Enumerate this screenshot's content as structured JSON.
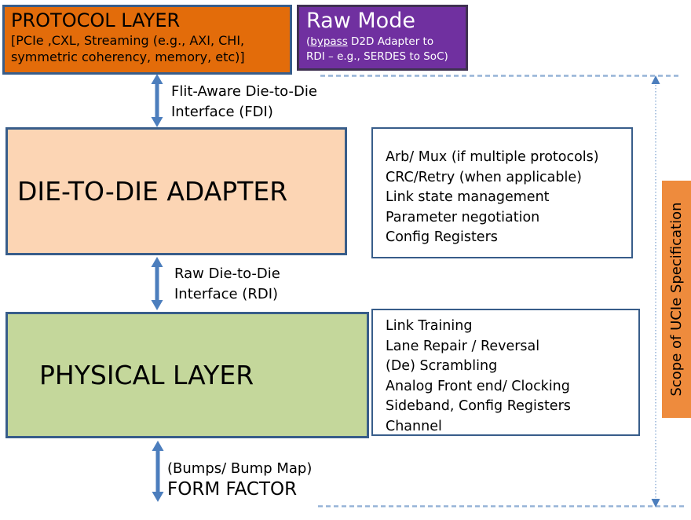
{
  "colors": {
    "protocol_orange": "#E36C0A",
    "raw_mode_purple": "#7030A0",
    "adapter_peach": "#FCD5B4",
    "physical_green": "#C4D79B",
    "box_border_blue": "#385D8A",
    "arrow_blue": "#4C7EBD",
    "dashed_light_blue": "#95B3D7",
    "scope_orange": "#EE8B3D"
  },
  "protocol_box": {
    "title": "PROTOCOL LAYER",
    "sub_line1": "[PCIe ,CXL, Streaming (e.g., AXI, CHI,",
    "sub_line2": "symmetric coherency, memory, etc)]"
  },
  "raw_mode_box": {
    "title": "Raw Mode",
    "sub_prefix": "(",
    "sub_underlined": "bypass",
    "sub_rest": " D2D Adapter to",
    "sub_line2": "RDI – e.g., SERDES to SoC)"
  },
  "fdi_label": {
    "line1": "Flit-Aware Die-to-Die",
    "line2": "Interface (FDI)"
  },
  "adapter_box": {
    "title": "DIE-TO-DIE ADAPTER"
  },
  "adapter_functions": {
    "lines": [
      "Arb/ Mux (if multiple protocols)",
      "CRC/Retry (when applicable)",
      "Link state management",
      "Parameter negotiation",
      "Config Registers"
    ]
  },
  "rdi_label": {
    "line1": "Raw Die-to-Die",
    "line2": "Interface (RDI)"
  },
  "physical_box": {
    "title": "PHYSICAL LAYER"
  },
  "physical_functions": {
    "lines": [
      "Link Training",
      "Lane Repair / Reversal",
      "(De) Scrambling",
      "Analog Front end/ Clocking",
      "Sideband, Config Registers",
      "Channel"
    ]
  },
  "bumps_label": "(Bumps/ Bump Map)",
  "form_factor_label": "FORM FACTOR",
  "scope_label": "Scope of UCIe Specification"
}
